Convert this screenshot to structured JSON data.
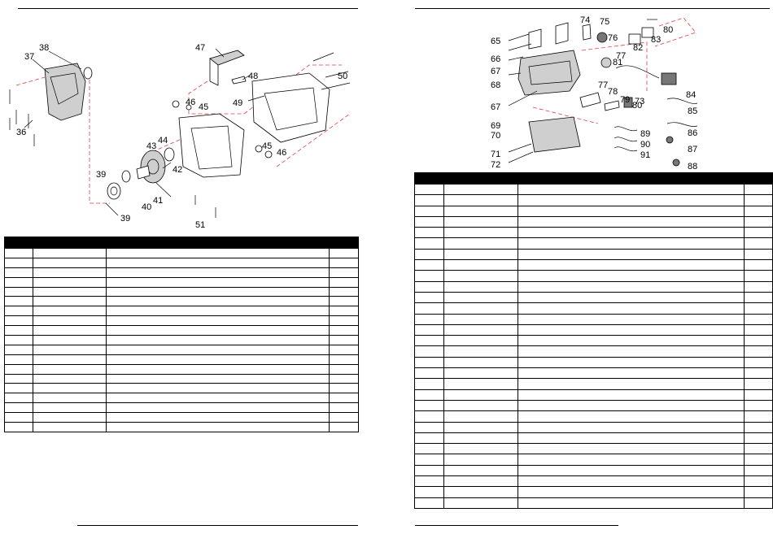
{
  "left_page": {
    "callouts": [
      "38",
      "37",
      "36",
      "47",
      "48",
      "50",
      "46",
      "45",
      "49",
      "43",
      "44",
      "42",
      "41",
      "40",
      "39",
      "39",
      "45",
      "46",
      "51"
    ],
    "table_rows": 19
  },
  "right_page": {
    "callouts": [
      "74",
      "75",
      "76",
      "80",
      "65",
      "66",
      "67",
      "68",
      "82",
      "83",
      "77",
      "81",
      "84",
      "77",
      "78",
      "79",
      "80",
      "85",
      "67",
      "73",
      "69",
      "70",
      "86",
      "89",
      "90",
      "87",
      "91",
      "71",
      "72",
      "88"
    ],
    "table_rows": 30
  }
}
